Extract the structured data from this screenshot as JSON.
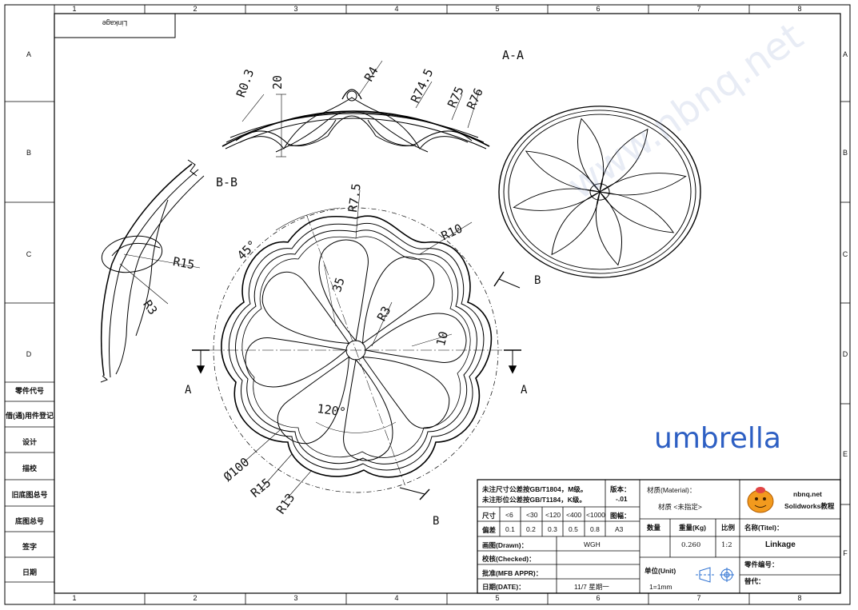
{
  "frame": {
    "columns": [
      "1",
      "2",
      "3",
      "4",
      "5",
      "6",
      "7",
      "8"
    ],
    "rows": [
      "A",
      "B",
      "C",
      "D",
      "E",
      "F"
    ]
  },
  "label_box": {
    "text": "Linkage"
  },
  "section_labels": {
    "aa_title": "A-A",
    "bb_title": "B-B",
    "a_left": "A",
    "a_right": "A",
    "b_top": "B",
    "b_bottom": "B"
  },
  "dimensions": {
    "r0_3": "R0.3",
    "d20": "20",
    "r4": "R4",
    "r74_5": "R74.5",
    "r75": "R75",
    "r76": "R76",
    "r7_5": "R7.5",
    "r10": "R10",
    "a45": "45°",
    "d35": "35",
    "r3_front": "R3",
    "d10": "10",
    "a120": "120°",
    "dia100": "Ø100",
    "r15_front": "R15",
    "r13": "R13",
    "r15_side": "R15",
    "r3_side": "R3"
  },
  "side_panel": [
    "零件代号",
    "借(通)用件登记",
    "设计",
    "描校",
    "旧底图总号",
    "底图总号",
    "签字",
    "日期"
  ],
  "title_block": {
    "tolerance_note_1": "未注尺寸公差按GB/T1804，M级。",
    "tolerance_note_2": "未注形位公差按GB/T1184，K级。",
    "version_label": "版本：",
    "version_value": "-.01",
    "material_label": "材质(Material)：",
    "material_value": "材质 <未指定>",
    "logo_site": "nbnq.net",
    "logo_tag": "Solidworks教程",
    "size_label": "尺寸",
    "size_values": [
      "<6",
      "<30",
      "<120",
      "<400",
      "<1000"
    ],
    "dev_label": "偏差",
    "dev_values": [
      "0.1",
      "0.2",
      "0.3",
      "0.5",
      "0.8"
    ],
    "sheet_label": "图幅：",
    "sheet_value": "A3",
    "qty_label": "数量",
    "weight_label": "重量(Kg)",
    "scale_label": "比例",
    "weight_value": "0.260",
    "scale_value": "1:2",
    "name_label": "名称(Titel)：",
    "name_value": "Linkage",
    "drawn_label": "画图(Drawn)：",
    "drawn_value": "WGH",
    "checked_label": "校核(Checked)：",
    "approved_label": "批准(MFB APPR)：",
    "date_label": "日期(DATE)：",
    "date_value": "11/7  星期一",
    "unit_label": "单位(Unit)",
    "unit_value": "1=1mm",
    "part_no_label": "零件编号：",
    "replace_label": "替代："
  },
  "caption": "umbrella",
  "watermark": "www.nbnq.net"
}
